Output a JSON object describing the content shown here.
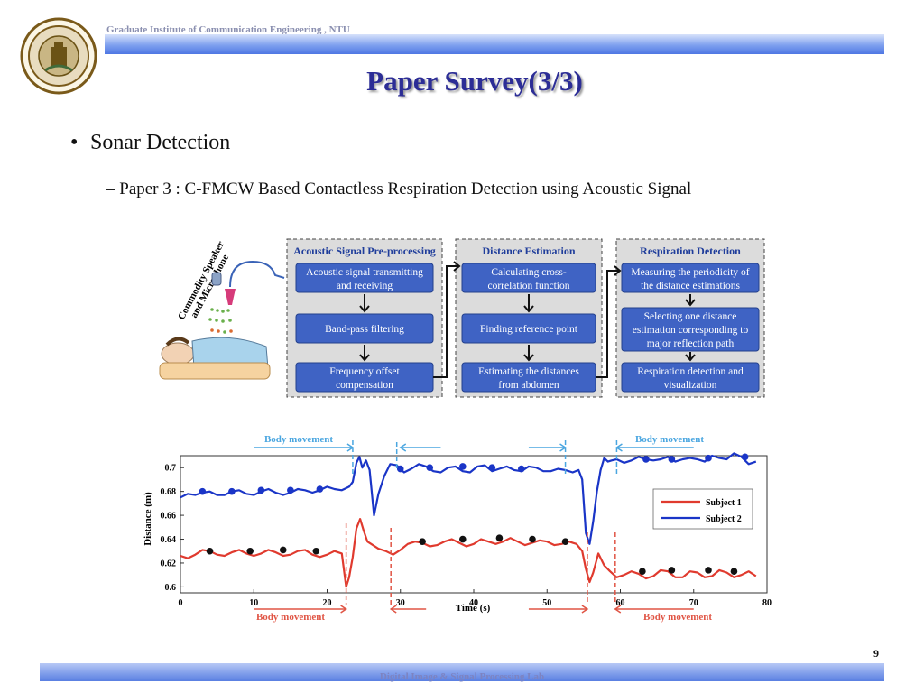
{
  "header": {
    "org": "Graduate Institute of Communication Engineering , NTU",
    "title": "Paper Survey(3/3)"
  },
  "content": {
    "bullet": "Sonar Detection",
    "sub_bullet": "Paper 3 : C-FMCW Based Contactless Respiration Detection using Acoustic Signal"
  },
  "diagram": {
    "device_label_1": "Commodity Speaker",
    "device_label_2": "and Microphone",
    "columns": [
      {
        "title": "Acoustic Signal Pre-processing",
        "boxes": [
          [
            "Acoustic signal transmitting",
            "and receiving"
          ],
          [
            "Band-pass filtering"
          ],
          [
            "Frequency offset",
            "compensation"
          ]
        ]
      },
      {
        "title": "Distance Estimation",
        "boxes": [
          [
            "Calculating cross-",
            "correlation function"
          ],
          [
            "Finding reference point"
          ],
          [
            "Estimating the distances",
            "from abdomen"
          ]
        ]
      },
      {
        "title": "Respiration Detection",
        "boxes": [
          [
            "Measuring the periodicity of",
            "the distance estimations"
          ],
          [
            "Selecting one distance",
            "estimation corresponding to",
            "major reflection path"
          ],
          [
            "Respiration detection and",
            "visualization"
          ]
        ]
      }
    ]
  },
  "chart_data": {
    "type": "line",
    "xlabel": "Time (s)",
    "ylabel": "Distance (m)",
    "xlim": [
      0,
      80
    ],
    "ylim": [
      0.595,
      0.71
    ],
    "xticks": [
      0,
      10,
      20,
      30,
      40,
      50,
      60,
      70,
      80
    ],
    "yticks": [
      0.6,
      0.62,
      0.64,
      0.66,
      0.68,
      0.7
    ],
    "legend_position": "right",
    "annotations": {
      "top_body_movement_left": "Body movement",
      "top_body_movement_right": "Body movement",
      "bottom_body_movement_left": "Body movement",
      "bottom_body_movement_right": "Body movement"
    },
    "series": [
      {
        "name": "Subject 1",
        "color": "#e03a2e",
        "x": [
          0,
          1,
          2,
          3,
          4,
          5,
          6,
          7,
          8,
          9,
          10,
          11,
          12,
          13,
          14,
          15,
          16,
          17,
          18,
          19,
          20,
          21,
          22,
          22.6,
          23,
          23.5,
          24,
          24.5,
          25,
          25.5,
          26,
          27,
          28,
          29,
          30,
          31,
          32,
          33,
          34,
          35,
          36,
          37,
          38,
          39,
          40,
          41,
          42,
          43,
          44,
          45,
          46,
          47,
          48,
          49,
          50,
          51,
          52,
          53,
          54,
          54.8,
          55.3,
          55.8,
          56.3,
          57,
          57.8,
          58.6,
          59.5,
          60.5,
          61.5,
          62.5,
          63.5,
          64.5,
          65.5,
          66.5,
          67.5,
          68.5,
          69.5,
          70.5,
          71.5,
          72.5,
          73.5,
          74.5,
          75.5,
          76.5,
          77.5,
          78.5
        ],
        "y": [
          0.626,
          0.624,
          0.627,
          0.631,
          0.63,
          0.627,
          0.626,
          0.629,
          0.631,
          0.628,
          0.626,
          0.628,
          0.631,
          0.629,
          0.626,
          0.627,
          0.63,
          0.631,
          0.627,
          0.625,
          0.627,
          0.63,
          0.628,
          0.6,
          0.608,
          0.625,
          0.649,
          0.657,
          0.647,
          0.638,
          0.636,
          0.632,
          0.63,
          0.627,
          0.631,
          0.636,
          0.638,
          0.637,
          0.634,
          0.635,
          0.638,
          0.64,
          0.637,
          0.634,
          0.636,
          0.64,
          0.638,
          0.636,
          0.638,
          0.641,
          0.638,
          0.635,
          0.637,
          0.639,
          0.638,
          0.635,
          0.636,
          0.638,
          0.636,
          0.63,
          0.615,
          0.604,
          0.612,
          0.628,
          0.618,
          0.613,
          0.608,
          0.61,
          0.613,
          0.611,
          0.607,
          0.609,
          0.614,
          0.613,
          0.608,
          0.608,
          0.613,
          0.612,
          0.608,
          0.609,
          0.614,
          0.612,
          0.608,
          0.61,
          0.613,
          0.609
        ],
        "markers_x": [
          4,
          9.5,
          14,
          18.5,
          33,
          38.5,
          43.5,
          48,
          52.5,
          63,
          67,
          72,
          75.5
        ],
        "markers_y": [
          0.63,
          0.63,
          0.631,
          0.63,
          0.638,
          0.64,
          0.641,
          0.64,
          0.638,
          0.613,
          0.614,
          0.614,
          0.613
        ]
      },
      {
        "name": "Subject 2",
        "color": "#1a35c7",
        "x": [
          0,
          1,
          2,
          3,
          4,
          5,
          6,
          7,
          8,
          9,
          10,
          11,
          12,
          13,
          14,
          15,
          16,
          17,
          18,
          19,
          20,
          21,
          22,
          23,
          23.5,
          24,
          24.4,
          24.8,
          25.3,
          25.8,
          26.4,
          27,
          27.8,
          28.6,
          29.5,
          30.5,
          31.5,
          32.5,
          33.5,
          34.5,
          35.5,
          36.5,
          37.5,
          38.5,
          39.5,
          40.5,
          41.5,
          42.5,
          43.5,
          44.5,
          45.5,
          46.5,
          47.5,
          48.5,
          49.5,
          50.5,
          51.5,
          52.5,
          53.5,
          54.3,
          54.8,
          55.3,
          55.8,
          56.3,
          56.8,
          57.3,
          57.8,
          58.3,
          58.8,
          59.5,
          60.5,
          61.5,
          62.5,
          63.5,
          64.5,
          65.5,
          66.5,
          67.5,
          68.5,
          69.5,
          70.5,
          71.5,
          72.5,
          73.5,
          74.5,
          75.5,
          76.5,
          77.5,
          78.5
        ],
        "y": [
          0.675,
          0.678,
          0.677,
          0.679,
          0.68,
          0.677,
          0.677,
          0.68,
          0.681,
          0.678,
          0.677,
          0.68,
          0.682,
          0.679,
          0.677,
          0.679,
          0.682,
          0.681,
          0.679,
          0.681,
          0.684,
          0.682,
          0.681,
          0.684,
          0.688,
          0.704,
          0.709,
          0.7,
          0.706,
          0.698,
          0.66,
          0.678,
          0.693,
          0.703,
          0.702,
          0.696,
          0.699,
          0.703,
          0.701,
          0.697,
          0.696,
          0.7,
          0.701,
          0.697,
          0.696,
          0.701,
          0.702,
          0.697,
          0.699,
          0.701,
          0.698,
          0.697,
          0.701,
          0.7,
          0.697,
          0.697,
          0.699,
          0.698,
          0.696,
          0.698,
          0.69,
          0.645,
          0.636,
          0.655,
          0.68,
          0.698,
          0.708,
          0.705,
          0.706,
          0.707,
          0.704,
          0.706,
          0.709,
          0.707,
          0.706,
          0.707,
          0.709,
          0.705,
          0.707,
          0.708,
          0.707,
          0.705,
          0.71,
          0.708,
          0.707,
          0.712,
          0.709,
          0.703,
          0.705
        ],
        "markers_x": [
          3,
          7,
          11,
          15,
          19,
          30,
          34,
          38.5,
          42.5,
          46.5,
          63.5,
          67,
          72,
          77
        ],
        "markers_y": [
          0.68,
          0.68,
          0.681,
          0.681,
          0.682,
          0.699,
          0.7,
          0.701,
          0.7,
          0.699,
          0.707,
          0.707,
          0.708,
          0.709
        ]
      }
    ]
  },
  "footer": {
    "lab": "Digital Image & Signal Processing Lab",
    "page": "9"
  }
}
